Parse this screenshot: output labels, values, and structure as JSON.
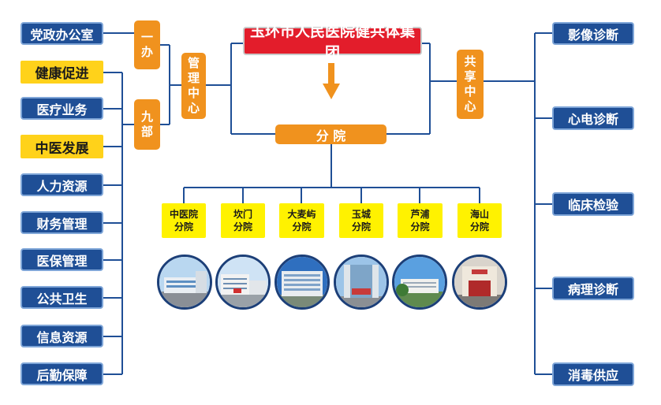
{
  "title": "玉环市人民医院健共体集团",
  "left_items": [
    {
      "label": "党政办公室",
      "highlight": false
    },
    {
      "label": "健康促进",
      "highlight": true
    },
    {
      "label": "医疗业务",
      "highlight": false
    },
    {
      "label": "中医发展",
      "highlight": true
    },
    {
      "label": "人力资源",
      "highlight": false
    },
    {
      "label": "财务管理",
      "highlight": false
    },
    {
      "label": "医保管理",
      "highlight": false
    },
    {
      "label": "公共卫生",
      "highlight": false
    },
    {
      "label": "信息资源",
      "highlight": false
    },
    {
      "label": "后勤保障",
      "highlight": false
    }
  ],
  "office_top": [
    "一",
    "办"
  ],
  "office_bottom": [
    "九",
    "部"
  ],
  "management_center": [
    "管",
    "理",
    "中",
    "心"
  ],
  "shared_center": [
    "共",
    "享",
    "中",
    "心"
  ],
  "branch_hub": "分 院",
  "branches": [
    {
      "line1": "中医院",
      "line2": "分院"
    },
    {
      "line1": "坎门",
      "line2": "分院"
    },
    {
      "line1": "大麦屿",
      "line2": "分院"
    },
    {
      "line1": "玉城",
      "line2": "分院"
    },
    {
      "line1": "芦浦",
      "line2": "分院"
    },
    {
      "line1": "海山",
      "line2": "分院"
    }
  ],
  "right_items": [
    "影像诊断",
    "心电诊断",
    "临床检验",
    "病理诊断",
    "消毒供应"
  ],
  "colors": {
    "blue_box": "#1f4f96",
    "yellow_box": "#ffd21a",
    "orange_box": "#f0921e",
    "title_red": "#e31d2b",
    "branch_yellow": "#fff200",
    "line": "#1f4f96",
    "arrow": "#f0921e"
  }
}
